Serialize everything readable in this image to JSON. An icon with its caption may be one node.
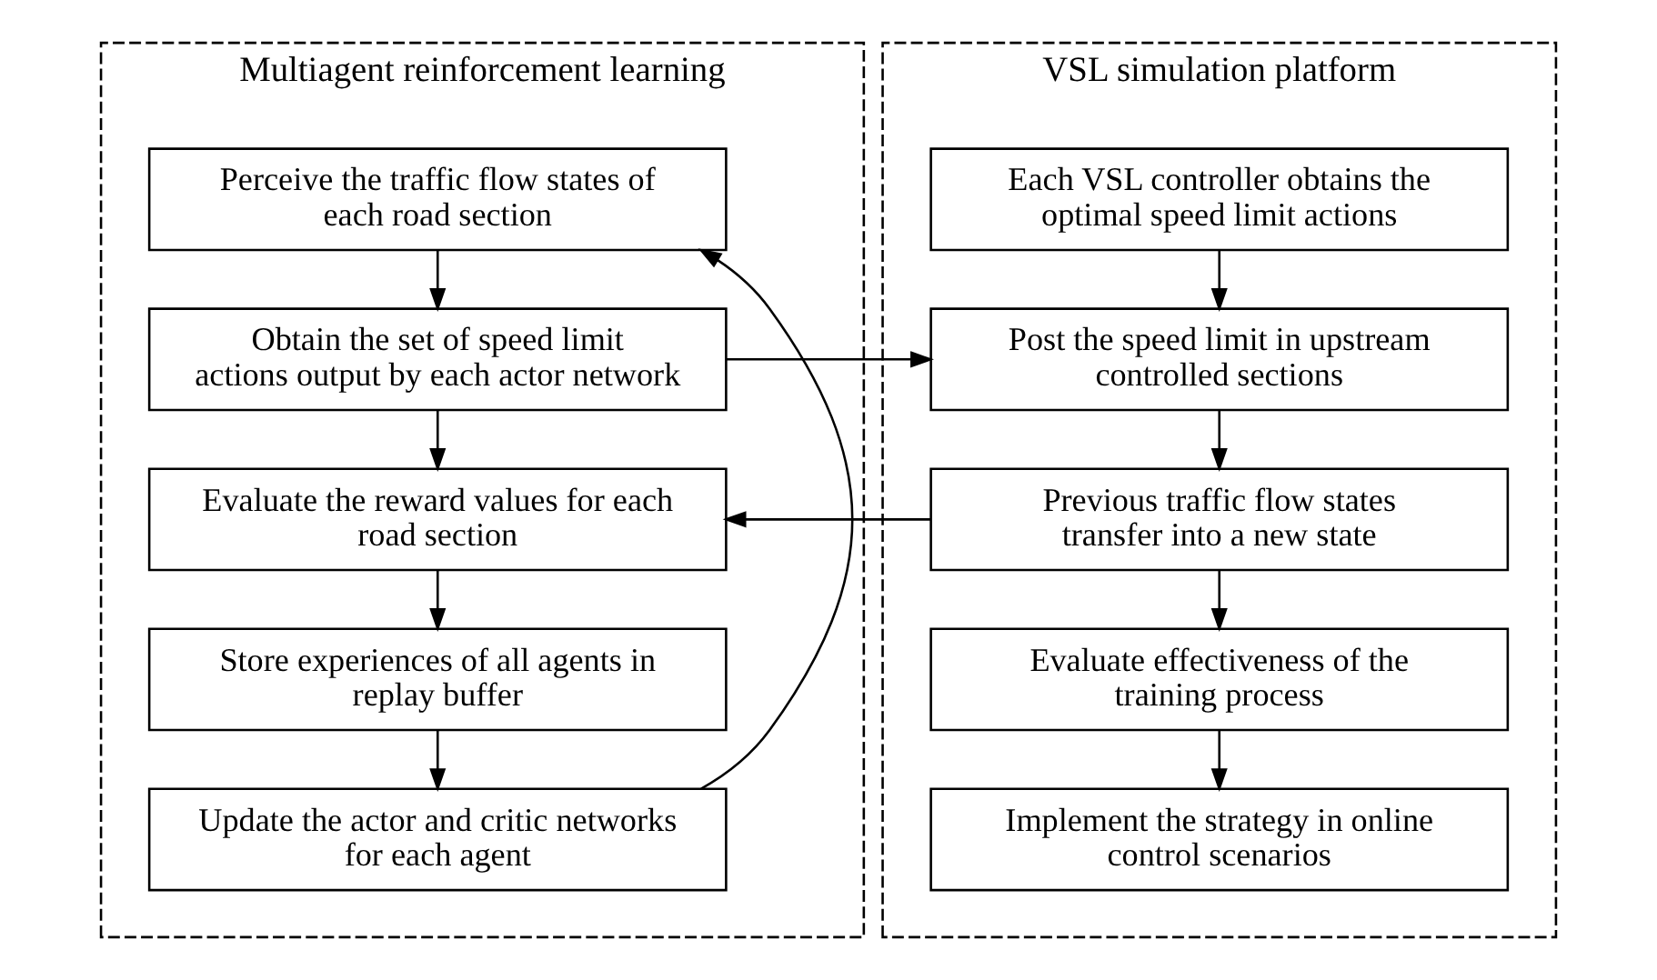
{
  "diagram": {
    "nodes": [
      {
        "text": [
          "Multiagent reinforcement learning"
        ]
      },
      {
        "text": [
          "Perceive the traffic flow states of each road section"
        ],
        "in": 0
      },
      {
        "text": [
          "Obtain the set of speed limit actions output by each actor network"
        ],
        "in": 0
      },
      {
        "text": [
          "Evaluate the reward values for each road section"
        ],
        "in": 0
      },
      {
        "text": [
          "Store experiences of all agents in replay buffer"
        ],
        "in": 0
      },
      {
        "text": [
          "Update the actor and critic networks for each agent"
        ],
        "in": 0
      },
      {
        "text": [
          "VSL simulation platform"
        ]
      },
      {
        "text": [
          "Each VSL controller obtains the optimal speed limit actions"
        ],
        "in": 6
      },
      {
        "text": [
          "Post the speed limit in upstream controlled sections"
        ],
        "in": 6
      },
      {
        "text": [
          "Previous traffic flow states transfer into a new state"
        ],
        "in": 6
      },
      {
        "text": [
          "Evaluate effectiveness of the training process"
        ],
        "in": 6
      },
      {
        "text": [
          "Implement the strategy in online control scenarios"
        ],
        "in": 6
      }
    ],
    "edges": [
      {
        "from": 1,
        "to": 2,
        "arrow": "to"
      },
      {
        "from": 2,
        "to": 3,
        "arrow": "to"
      },
      {
        "from": 3,
        "to": 4,
        "arrow": "to"
      },
      {
        "from": 4,
        "to": 5,
        "arrow": "to"
      },
      {
        "from": 5,
        "to": 1,
        "arrow": "to"
      },
      {
        "from": 2,
        "to": 8,
        "arrow": "to"
      },
      {
        "from": 9,
        "to": 3,
        "arrow": "to"
      },
      {
        "from": 7,
        "to": 8,
        "arrow": "to"
      },
      {
        "from": 8,
        "to": 9,
        "arrow": "to"
      },
      {
        "from": 9,
        "to": 10,
        "arrow": "to"
      },
      {
        "from": 10,
        "to": 11,
        "arrow": "to"
      }
    ]
  }
}
